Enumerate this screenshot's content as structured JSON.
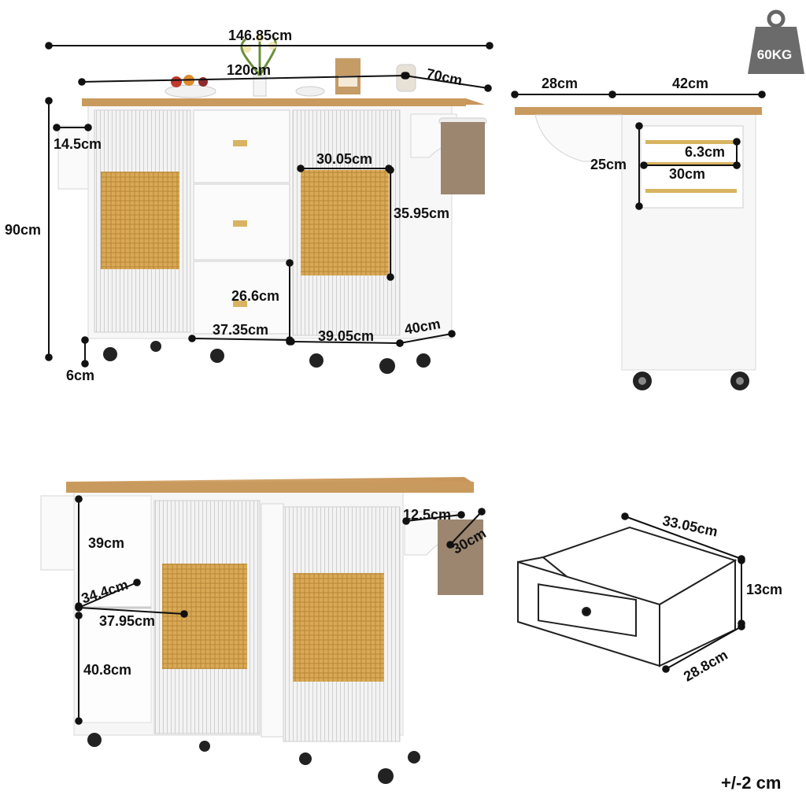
{
  "weight": {
    "label": "60KG"
  },
  "tolerance": "+/-2 cm",
  "front_view": {
    "overall_width": "146.85cm",
    "top_width": "120cm",
    "depth": "70cm",
    "height": "90cm",
    "side_hook": "14.5cm",
    "cabinet_panel_width": "30.05cm",
    "cabinet_panel_height": "35.95cm",
    "drawer_height": "26.6cm",
    "drawer_width": "37.35cm",
    "cabinet_width": "39.05cm",
    "cabinet_depth": "40cm",
    "caster_height": "6cm"
  },
  "side_view": {
    "leaf": "28cm",
    "main": "42cm",
    "rack_height": "25cm",
    "rack_gap": "6.3cm",
    "rack_width": "30cm"
  },
  "back_view": {
    "upper_shelf": "39cm",
    "shelf_depth": "34.4cm",
    "shelf_width": "37.95cm",
    "lower_shelf": "40.8cm",
    "towel_rack_depth": "12.5cm",
    "towel_rack_width": "30cm"
  },
  "drawer": {
    "width": "33.05cm",
    "height": "13cm",
    "depth": "28.8cm"
  }
}
